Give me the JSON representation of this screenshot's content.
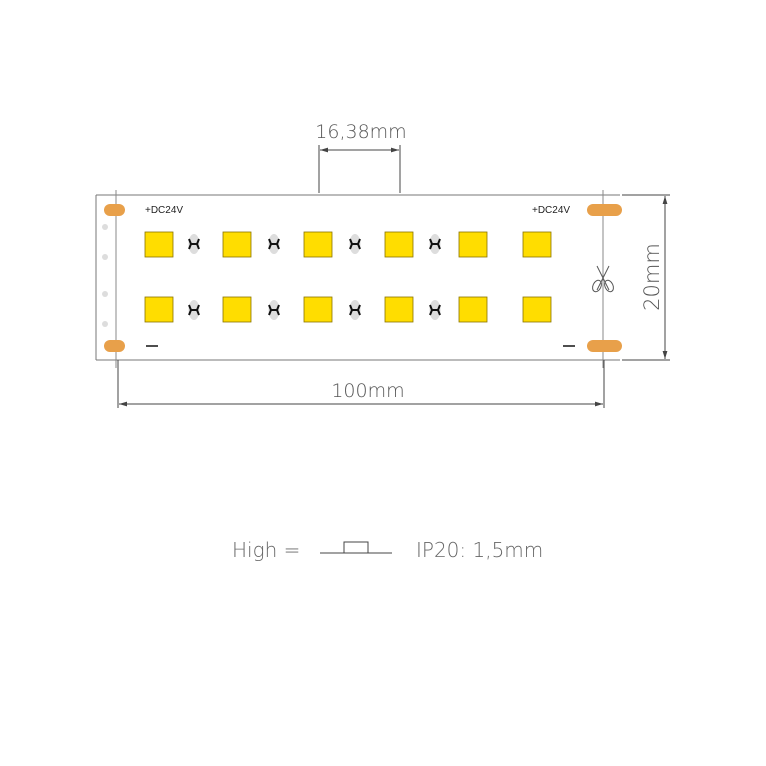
{
  "dimensions": {
    "pitch": "16,38mm",
    "length": "100mm",
    "width": "20mm"
  },
  "strip": {
    "positive_label": "+DC24V",
    "negative_label": "—",
    "led_color": "#FFDD00",
    "pad_color": "#E8A04A",
    "leds_per_row": 6,
    "rows": 2
  },
  "footer": {
    "high_label": "High =",
    "ip_label": "IP20: 1,5mm"
  },
  "icons": {
    "cut_mark": "scissors-icon"
  }
}
